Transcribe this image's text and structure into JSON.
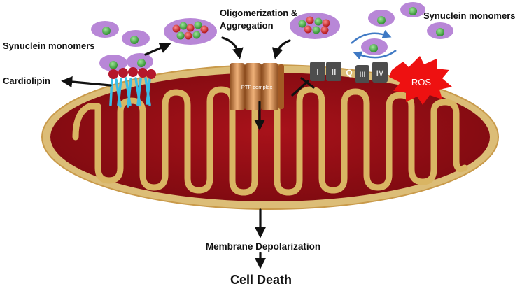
{
  "labels": {
    "monomers_left": "Synuclein monomers",
    "monomers_right": "Synuclein monomers",
    "cardiolipin": "Cardiolipin",
    "oligo_line1": "Oligomerization &",
    "oligo_line2": "Aggregation",
    "ptp": "PTP complex",
    "complex_1": "I",
    "complex_2": "II",
    "complex_q": "Q",
    "complex_3": "III",
    "complex_4": "IV",
    "ros": "ROS",
    "depolarization": "Membrane Depolarization",
    "cell_death": "Cell Death"
  },
  "colors": {
    "matrix": "#9b0d14",
    "membrane": "#d7b56d",
    "synuclein_blob": "#b07ad3",
    "monomer_green": "#3aa83a",
    "aggregate_red": "#d8232a",
    "ros": "#ee1111",
    "complex": "#4d4d4d",
    "cardiolipin_head": "#b5172b",
    "cardiolipin_tail": "#3bbde6",
    "ptp": "#c7743a",
    "cycle_arrow": "#3f79c4"
  }
}
